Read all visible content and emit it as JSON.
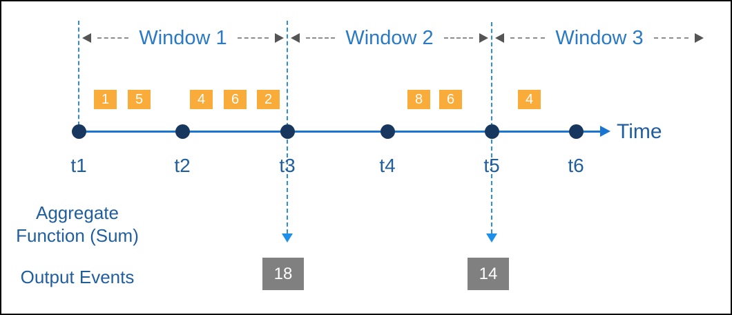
{
  "windows": [
    {
      "label": "Window 1"
    },
    {
      "label": "Window 2"
    },
    {
      "label": "Window 3"
    }
  ],
  "events": [
    {
      "value": "1",
      "window": "Window 1"
    },
    {
      "value": "5",
      "window": "Window 1"
    },
    {
      "value": "4",
      "window": "Window 1"
    },
    {
      "value": "6",
      "window": "Window 1"
    },
    {
      "value": "2",
      "window": "Window 1"
    },
    {
      "value": "8",
      "window": "Window 2"
    },
    {
      "value": "6",
      "window": "Window 2"
    },
    {
      "value": "4",
      "window": "Window 3"
    }
  ],
  "timeline": {
    "axis_label": "Time",
    "ticks": [
      {
        "label": "t1"
      },
      {
        "label": "t2"
      },
      {
        "label": "t3"
      },
      {
        "label": "t4"
      },
      {
        "label": "t5"
      },
      {
        "label": "t6"
      }
    ]
  },
  "left_labels": {
    "aggregate_line1": "Aggregate",
    "aggregate_line2": "Function (Sum)",
    "output": "Output Events"
  },
  "outputs": [
    {
      "value": "18",
      "at_tick": "t3"
    },
    {
      "value": "14",
      "at_tick": "t5"
    }
  ],
  "colors": {
    "event_box_orange": "#faac3b",
    "output_box_gray": "#808080",
    "timeline_blue": "#1876d2",
    "dashed_blue": "#2e8be3",
    "dot_navy": "#17375e",
    "text_blue": "#215e9e",
    "window_label_blue": "#2979c4",
    "arrow_gray_dash": "#8c8c8c",
    "arrowhead_dark_gray": "#555555"
  }
}
